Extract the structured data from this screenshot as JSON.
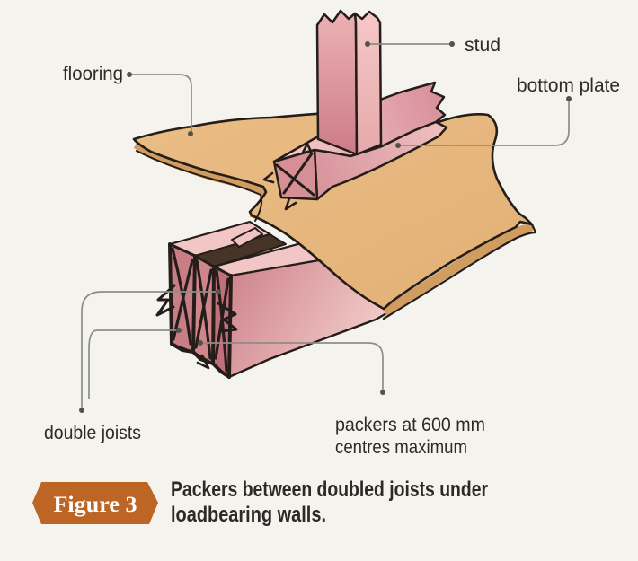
{
  "diagram": {
    "labels": {
      "flooring": "flooring",
      "stud": "stud",
      "bottom_plate": "bottom plate",
      "double_joists": "double joists",
      "packers_line1": "packers at 600 mm",
      "packers_line2": "centres maximum"
    },
    "figure": {
      "badge_label": "Figure 3",
      "caption_line1": "Packers between doubled joists under",
      "caption_line2": "loadbearing walls."
    },
    "colors": {
      "background": "#f4f3ee",
      "badge": "#bd6524",
      "flooring_top": "#e7ba80",
      "flooring_edge": "#d19c60",
      "timber_light": "#f3c7c6",
      "timber_mid": "#dfa3a8",
      "timber_dark": "#c97d84",
      "outline": "#241d19",
      "leader_line": "#8d8d89",
      "text": "#2d2b28"
    }
  }
}
